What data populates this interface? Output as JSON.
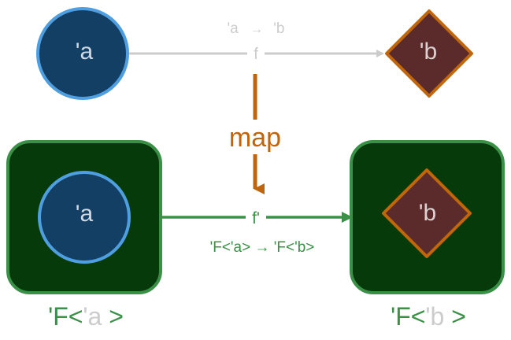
{
  "top": {
    "source_label": "'a",
    "target_label": "'b",
    "arrow_label": "f",
    "signature": {
      "from": "'a",
      "arrow": "→",
      "to": "'b"
    }
  },
  "map_label": "map",
  "bottom": {
    "source_inner_label": "'a",
    "target_inner_label": "'b",
    "arrow_label": "f'",
    "signature": "'F<'a> → 'F<'b>",
    "source_caption": {
      "prefix": "'F<",
      "param": "'a",
      "suffix": " >"
    },
    "target_caption": {
      "prefix": "'F<",
      "param": "'b",
      "suffix": " >"
    }
  },
  "colors": {
    "circle_fill": "#143f64",
    "circle_stroke": "#4f9fe0",
    "diamond_fill": "#5b2a2a",
    "diamond_stroke": "#c0660b",
    "box_fill": "#063a0b",
    "box_stroke": "#3b9048",
    "green": "#3b9048",
    "orange": "#bf650e",
    "gray": "#cccccc"
  }
}
